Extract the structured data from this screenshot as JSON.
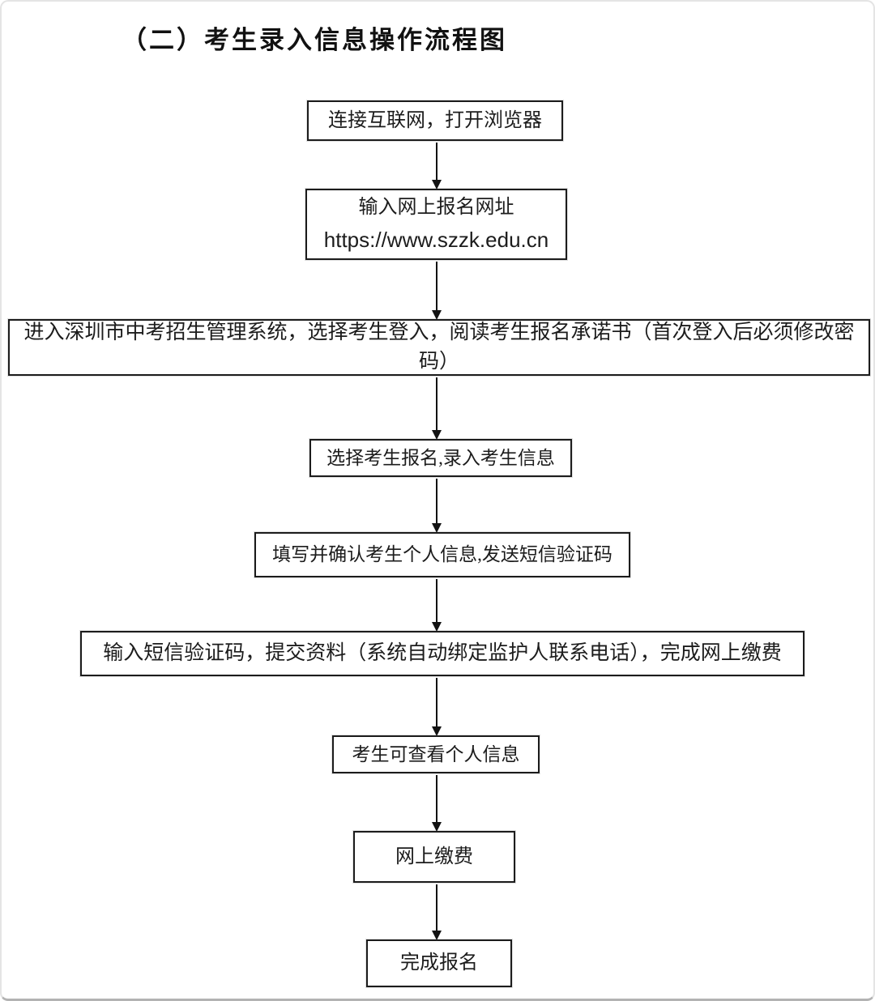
{
  "page": {
    "title": "（二）考生录入信息操作流程图"
  },
  "colors": {
    "ink": "#1c1c1c",
    "box_border": "#1c1c1c",
    "frame_bottom_border": "#b3b3b3",
    "background": "#ffffff"
  },
  "flow": {
    "steps": [
      {
        "id": "connect-internet",
        "text": "连接互联网，打开浏览器"
      },
      {
        "id": "enter-url",
        "line1": "输入网上报名网址",
        "line2": "https://www.szzk.edu.cn"
      },
      {
        "id": "login-system",
        "text": "进入深圳市中考招生管理系统，选择考生登入，阅读考生报名承诺书（首次登入后必须修改密码）"
      },
      {
        "id": "select-registration",
        "text": "选择考生报名,录入考生信息"
      },
      {
        "id": "fill-confirm-info",
        "text": "填写并确认考生个人信息,发送短信验证码"
      },
      {
        "id": "submit-materials",
        "text": "输入短信验证码，提交资料（系统自动绑定监护人联系电话），完成网上缴费"
      },
      {
        "id": "view-personal-info",
        "text": "考生可查看个人信息"
      },
      {
        "id": "online-payment",
        "text": "网上缴费"
      },
      {
        "id": "registration-complete",
        "text": "完成报名"
      }
    ]
  }
}
